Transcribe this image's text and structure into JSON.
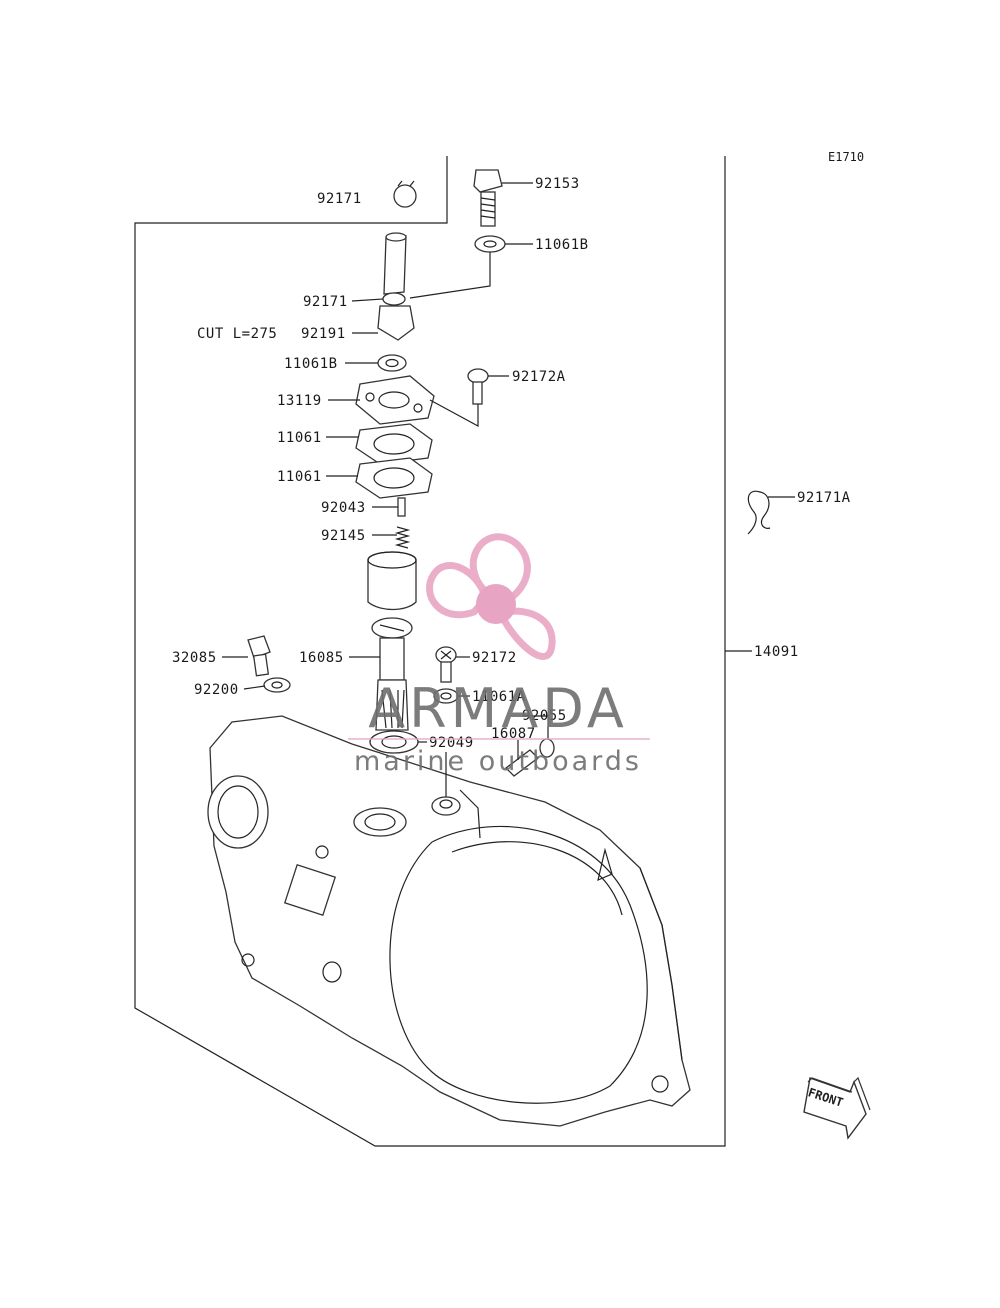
{
  "diagram_code": "E1710",
  "part_labels": {
    "p92171_top": "92171",
    "p92153": "92153",
    "p11061B_top": "11061B",
    "p92171": "92171",
    "cut_note": "CUT L=275",
    "p92191": "92191",
    "p11061B": "11061B",
    "p92172A": "92172A",
    "p13119": "13119",
    "p11061_a": "11061",
    "p11061_b": "11061",
    "p92043": "92043",
    "p92145": "92145",
    "p92171A": "92171A",
    "p32085": "32085",
    "p16085": "16085",
    "p92172": "92172",
    "p14091": "14091",
    "p92200": "92200",
    "p11061A": "11061A",
    "p92055": "92055",
    "p16087": "16087",
    "p92049": "92049"
  },
  "watermark": {
    "brand": "ARMADA",
    "tagline": "marine outboards",
    "colors": {
      "propeller": "#e8a6c4",
      "hub": "#e59bbd",
      "text": "#6e6e6e",
      "rule": "#e7a8c5"
    }
  },
  "front_marker": {
    "label": "FRONT",
    "icon": "front-arrow-icon"
  }
}
